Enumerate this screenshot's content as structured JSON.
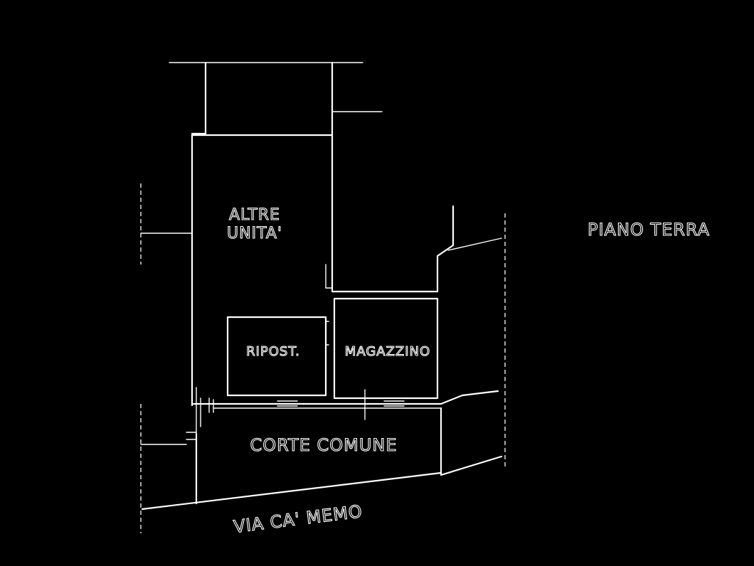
{
  "labels": {
    "other_units_line1": "ALTRE",
    "other_units_line2": "UNITA'",
    "storage_room": "RIPOST.",
    "warehouse": "MAGAZZINO",
    "common_courtyard": "CORTE COMUNE",
    "street": "VIA CA' MEMO",
    "floor": "PIANO TERRA"
  },
  "colors": {
    "background": "#000000",
    "ink": "#ffffff"
  }
}
